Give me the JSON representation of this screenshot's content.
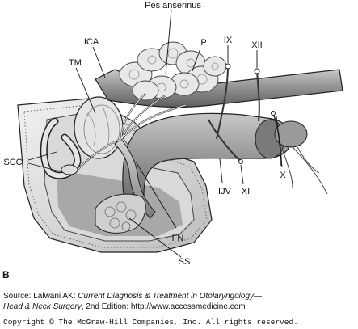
{
  "panel_letter": "B",
  "labels": {
    "pes_anserinus": "Pes anserinus",
    "ica": "ICA",
    "p": "P",
    "ix": "IX",
    "xii": "XII",
    "tm": "TM",
    "scc": "SCC",
    "x": "X",
    "xi": "XI",
    "ijv": "IJV",
    "fn": "FN",
    "ss": "SS"
  },
  "source": {
    "prefix": "Source: Lalwani AK: ",
    "title_line1": "Current Diagnosis & Treatment in Otolaryngology—",
    "title_line2": "Head & Neck Surgery",
    "suffix": ", 2nd Edition: http://www.accessmedicine.com"
  },
  "copyright": "Copyright © The McGraw-Hill Companies, Inc. All rights reserved."
}
